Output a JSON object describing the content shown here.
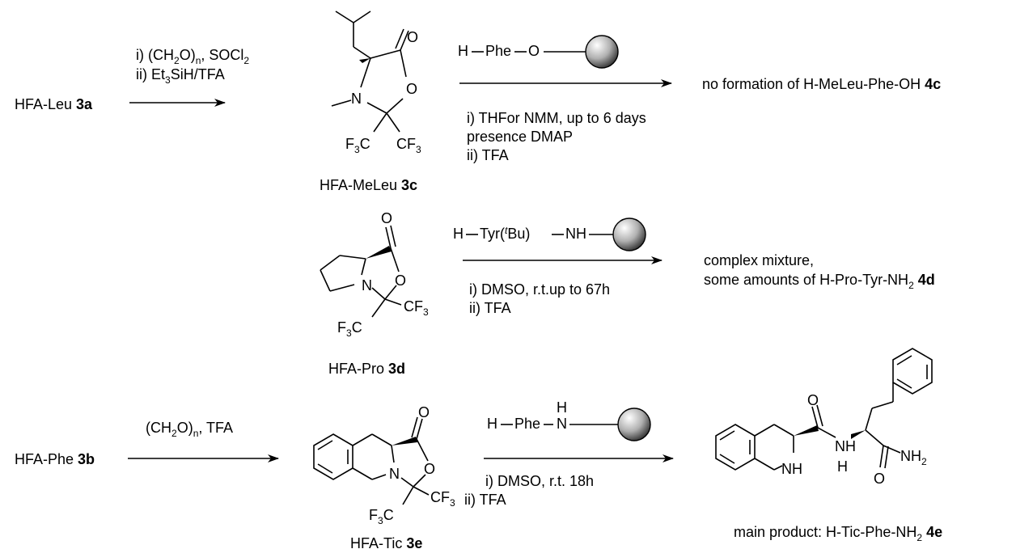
{
  "row1": {
    "start": {
      "text": "HFA-Leu ",
      "num": "3a"
    },
    "step1": {
      "i": "i) (CH",
      "i_sub": "2",
      "i_mid": "O)",
      "i_n": "n",
      "i_end": ", SOCl",
      "i_sub2": "2",
      "ii": "ii) Et",
      "ii_sub": "3",
      "ii_end": "SiH/TFA"
    },
    "intermediate": {
      "text": "HFA-MeLeu ",
      "num": "3c"
    },
    "reagent": {
      "pre": "H",
      "aa": "Phe",
      "link": "O"
    },
    "conditions": [
      "i) THFor NMM, up to 6 days",
      "presence DMAP",
      "ii) TFA"
    ],
    "result": {
      "text": "no formation of H-MeLeu-Phe-OH ",
      "num": "4c"
    }
  },
  "row2": {
    "intermediate": {
      "text": "HFA-Pro ",
      "num": "3d"
    },
    "reagent": {
      "pre": "H",
      "aa": "Tyr(",
      "tbu_t": "t",
      "tbu": "Bu)",
      "link": "NH"
    },
    "conditions": [
      "i) DMSO, r.t.up to 67h",
      "ii) TFA"
    ],
    "result": {
      "line1": "complex mixture,",
      "line2": "some amounts of H-Pro-Tyr-NH",
      "line2_sub": "2",
      "num": "4d"
    }
  },
  "row3": {
    "start": {
      "text": "HFA-Phe ",
      "num": "3b"
    },
    "step1": {
      "a": "(CH",
      "a_sub": "2",
      "b": "O)",
      "b_n": "n",
      "c": ", TFA"
    },
    "intermediate": {
      "text": "HFA-Tic ",
      "num": "3e"
    },
    "reagent": {
      "pre": "H",
      "aa": "Phe",
      "link_h": "H",
      "link": "N"
    },
    "conditions": [
      "i) DMSO, r.t. 18h",
      "ii) TFA"
    ],
    "result": {
      "text": "main product: H-Tic-Phe-NH",
      "sub": "2",
      "num": "4e"
    }
  },
  "atoms": {
    "O": "O",
    "N": "N",
    "NH": "NH",
    "H": "H",
    "NH2": "NH",
    "NH2_sub": "2",
    "CF3": "CF",
    "CF3_sub": "3",
    "F3C_F": "F",
    "F3C_sub": "3",
    "F3C_C": "C"
  }
}
